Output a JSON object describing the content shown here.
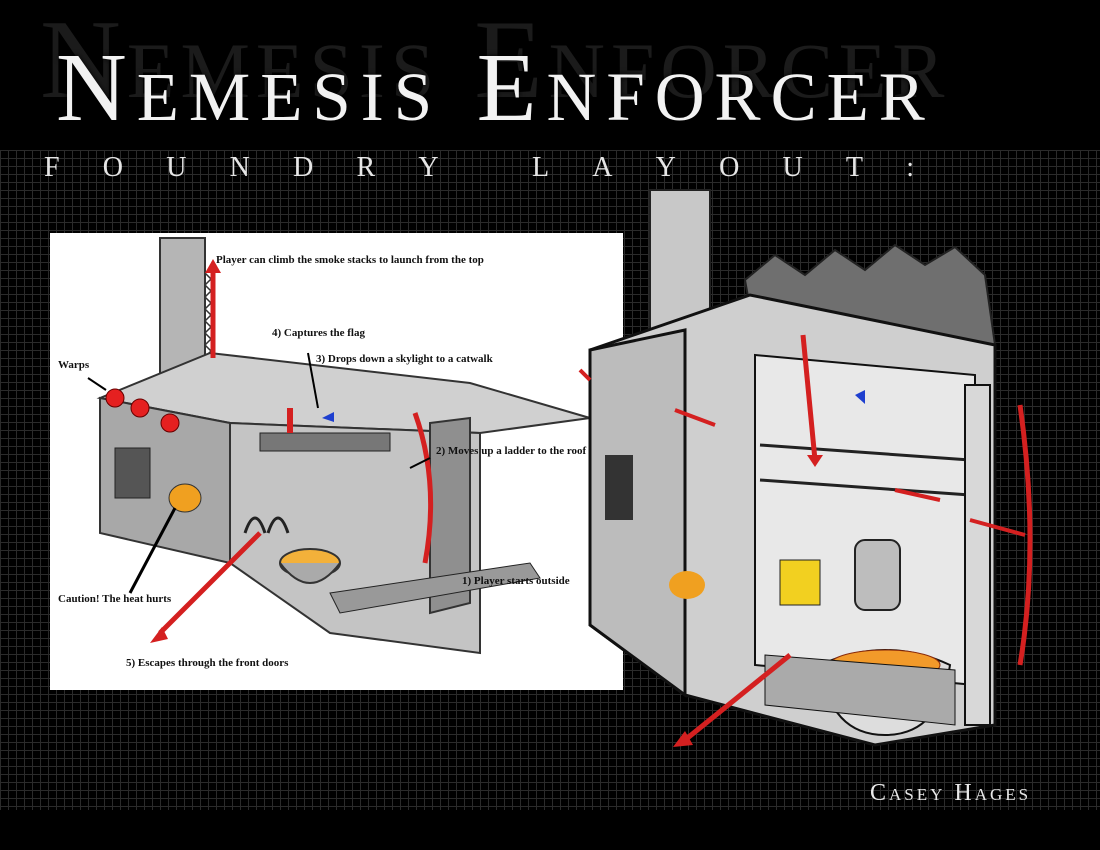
{
  "header": {
    "title": "Nemesis Enforcer",
    "subtitle_letters_1": [
      "F",
      "O",
      "U",
      "N",
      "D",
      "R",
      "Y"
    ],
    "subtitle_letters_2": [
      "L",
      "A",
      "Y",
      "O",
      "U",
      "T",
      ":"
    ]
  },
  "sketch": {
    "labels": {
      "smoke_stacks": "Player can climb the smoke stacks to launch from the top",
      "captures_flag": "4) Captures the flag",
      "skylight": "3) Drops down a skylight to a catwalk",
      "warps": "Warps",
      "ladder": "2) Moves up a ladder to the roof",
      "caution": "Caution! The heat hurts",
      "starts_outside": "1) Player starts outside",
      "escapes": "5) Escapes through the front doors"
    }
  },
  "credit": "Casey Hages",
  "colors": {
    "background": "#000000",
    "arrow_red": "#d42020",
    "molten": "#f0a020",
    "building_gray": "#b8b8b8"
  }
}
